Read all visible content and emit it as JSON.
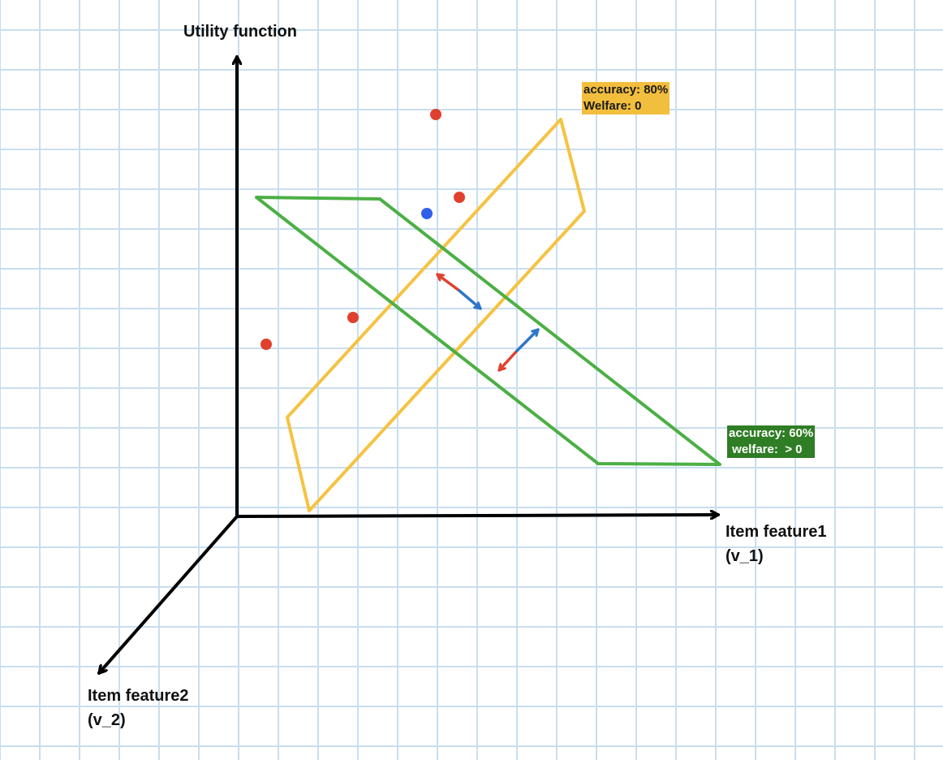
{
  "axes": {
    "vertical_title": "Utility function",
    "horizontal_title_line1": "Item feature1",
    "horizontal_title_line2": "(v_1)",
    "depth_title_line1": "Item feature2",
    "depth_title_line2": "(v_2)"
  },
  "planes": {
    "yellow": {
      "color": "#F5C342",
      "label_line1": "accuracy: 80%",
      "label_line2": "Welfare: 0",
      "label_bg": "#F2BE3D",
      "label_text_color": "#1a1a1a"
    },
    "green": {
      "color": "#4CAF45",
      "label_line1": "accuracy: 60%",
      "label_line2": " welfare:  > 0",
      "label_bg": "#2F7D24",
      "label_text_color": "#ffffff"
    }
  },
  "points": {
    "red_color": "#E0412E",
    "blue_color": "#2F5FE8",
    "red_count": 4,
    "blue_count": 1
  },
  "arrows": {
    "red_color": "#E0412E",
    "blue_color": "#2E75C7"
  },
  "grid": {
    "line_color": "#C8DEEE",
    "background": "#ffffff"
  }
}
